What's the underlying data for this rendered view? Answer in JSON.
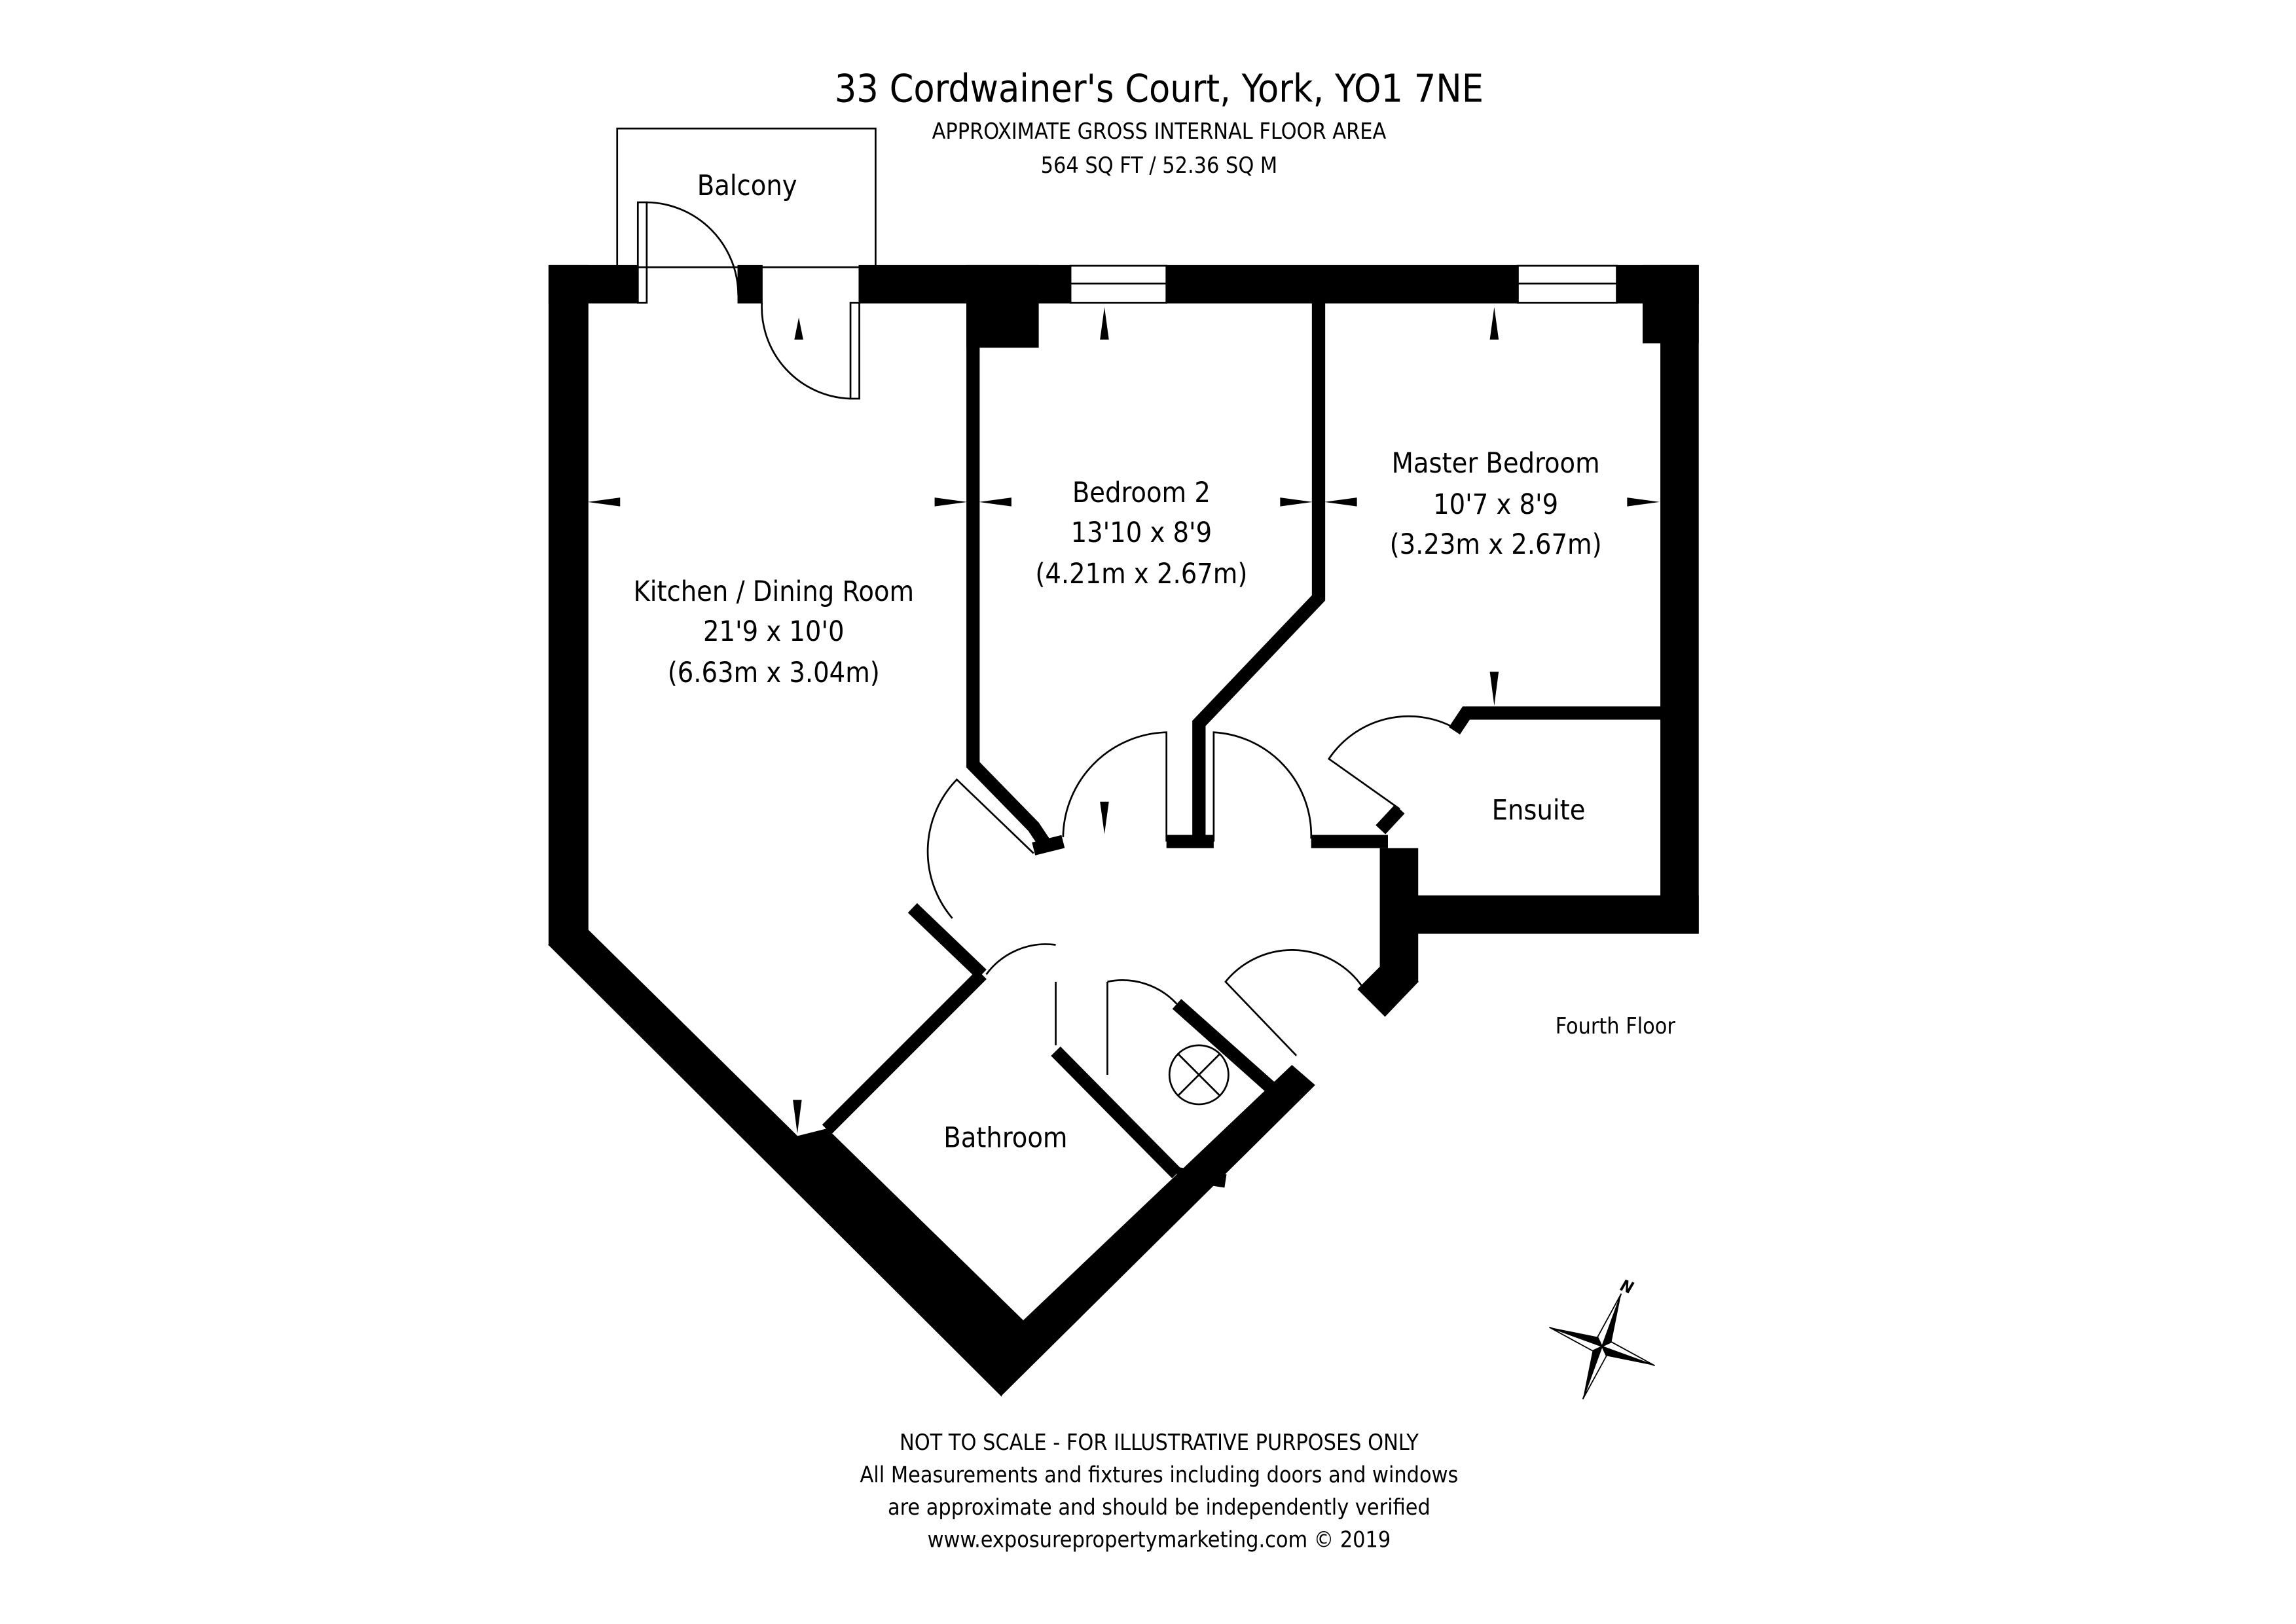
{
  "header": {
    "title": "33 Cordwainer's Court, York, YO1 7NE",
    "subtitle": "APPROXIMATE GROSS INTERNAL FLOOR AREA",
    "area": "564 SQ FT / 52.36 SQ M"
  },
  "rooms": {
    "balcony": {
      "name": "Balcony"
    },
    "kitchen": {
      "name": "Kitchen / Dining Room",
      "imperial": "21'9 x 10'0",
      "metric": "(6.63m x 3.04m)"
    },
    "bedroom2": {
      "name": "Bedroom 2",
      "imperial": "13'10 x 8'9",
      "metric": "(4.21m x 2.67m)"
    },
    "master": {
      "name": "Master Bedroom",
      "imperial": "10'7 x 8'9",
      "metric": "(3.23m x 2.67m)"
    },
    "ensuite": {
      "name": "Ensuite"
    },
    "bathroom": {
      "name": "Bathroom"
    }
  },
  "floor_label": "Fourth Floor",
  "compass": {
    "label": "N"
  },
  "footer": {
    "line1": "NOT TO SCALE - FOR ILLUSTRATIVE PURPOSES ONLY",
    "line2": "All Measurements and fixtures including doors and windows",
    "line3": "are approximate and should be independently verified",
    "line4": "www.exposurepropertymarketing.com © 2019"
  }
}
